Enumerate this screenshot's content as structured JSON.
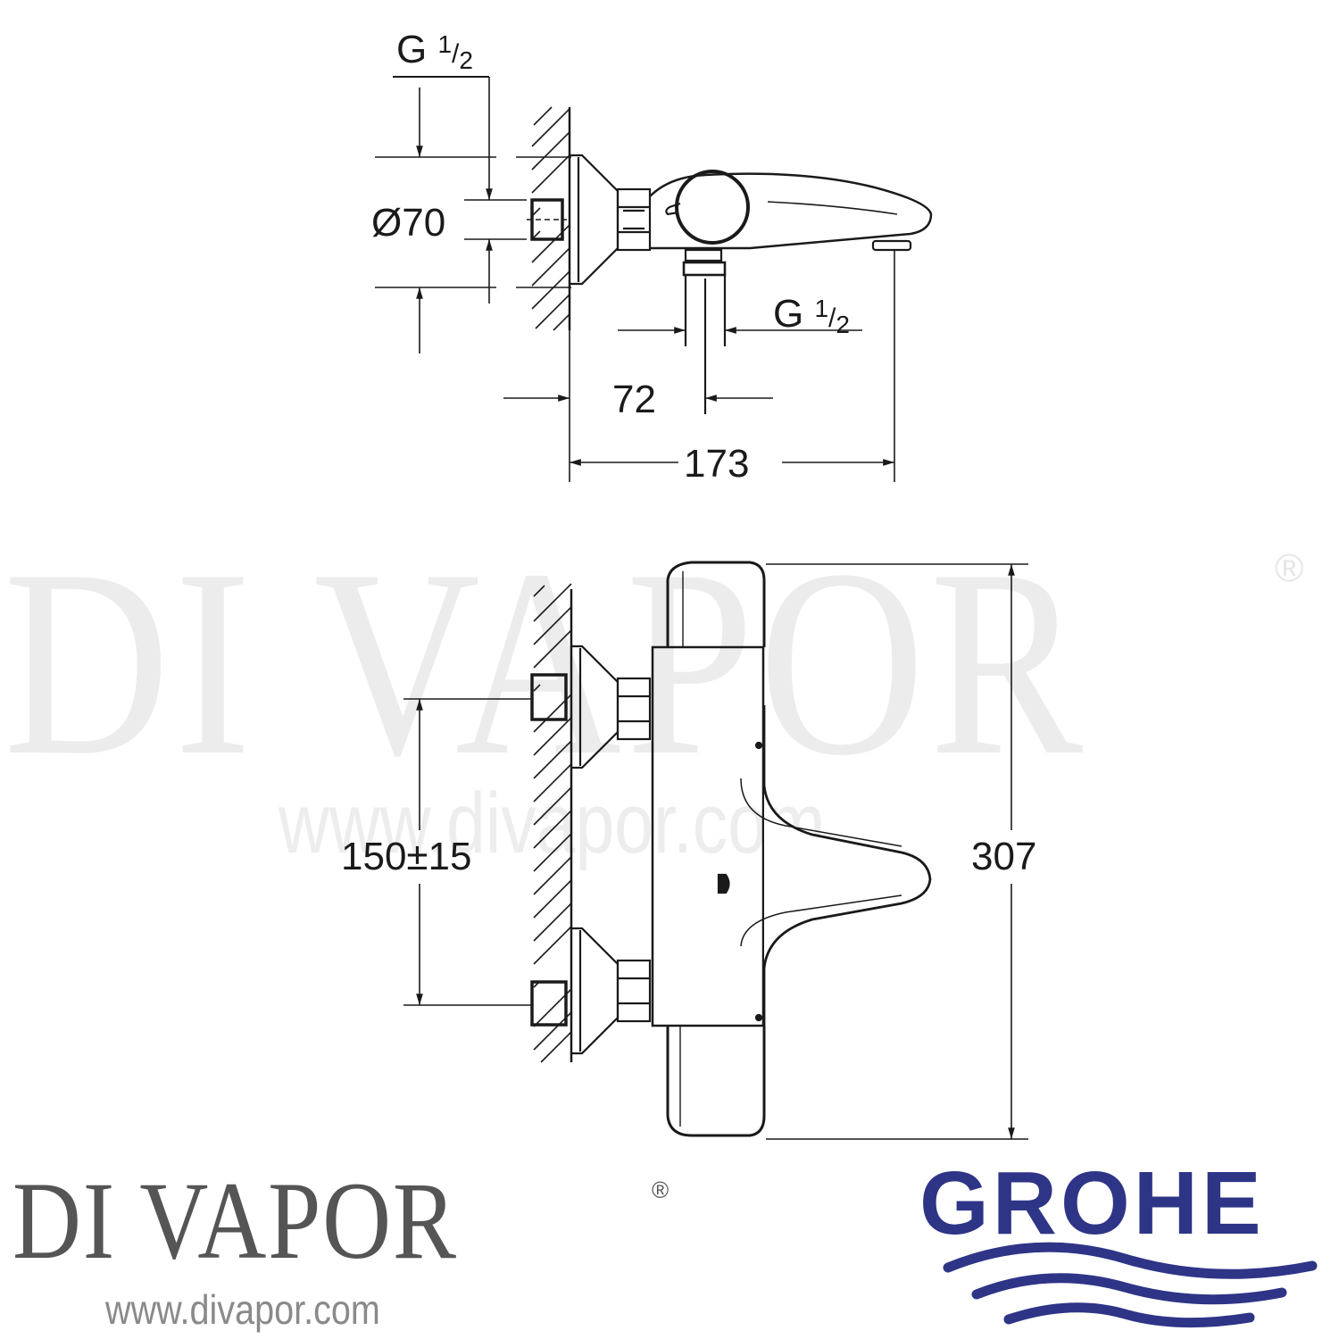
{
  "watermark": {
    "brand": "DI VAPOR",
    "registered": "®",
    "url": "www.divapor.com"
  },
  "top_view": {
    "label_inlet_thread": "G ½",
    "inlet_thread": {
      "prefix": "G",
      "num": "1",
      "den": "2"
    },
    "diameter_label": "Ø70",
    "outlet_thread": {
      "prefix": "G",
      "num": "1",
      "den": "2"
    },
    "dim_72": "72",
    "dim_173": "173"
  },
  "front_view": {
    "dim_centres": "150±15",
    "dim_height": "307"
  },
  "footer": {
    "divapor_logo": "DI VAPOR",
    "divapor_reg": "®",
    "divapor_url": "www.divapor.com",
    "grohe_logo": "GROHE",
    "grohe_color": "#2e3586"
  },
  "colors": {
    "line": "#1a1a1a",
    "watermark": "#ececec",
    "divapor_grey": "#555555"
  }
}
